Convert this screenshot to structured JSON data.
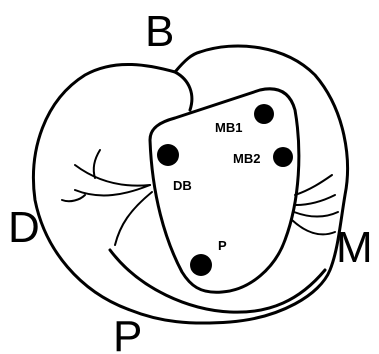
{
  "surface_labels": {
    "buccal": "B",
    "distal": "D",
    "mesial": "M",
    "palatal": "P"
  },
  "canal_labels": {
    "mb1": "MB1",
    "mb2": "MB2",
    "db": "DB",
    "p": "P"
  }
}
